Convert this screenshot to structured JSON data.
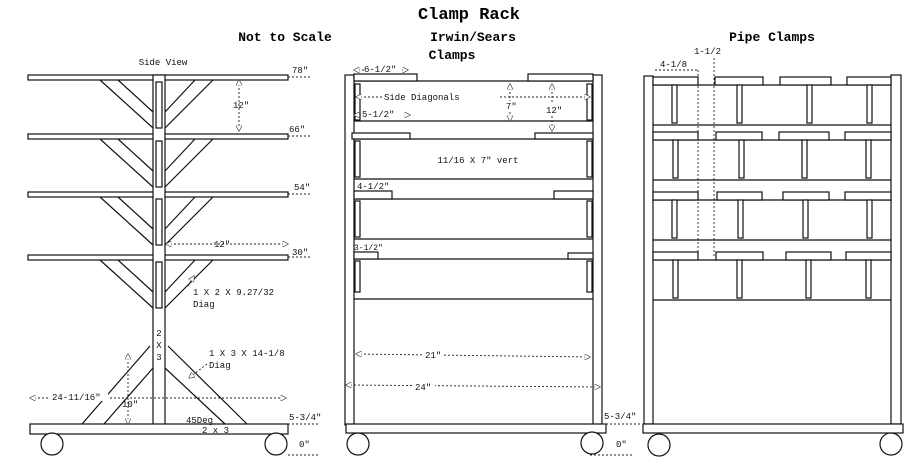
{
  "title": "Clamp Rack",
  "note": "Not to Scale",
  "side_view": {
    "label": "Side View",
    "levels": [
      "78\"",
      "66\"",
      "54\"",
      "30\"",
      "5-3/4\"",
      "0\""
    ],
    "dim_12_top": "12\"",
    "dim_12_arm": "12\"",
    "diag_small_1": "1 X 2 X 9.27/32",
    "diag_small_2": "Diag",
    "upright_1": "2",
    "upright_2": "X",
    "upright_3": "3",
    "diag_large_1": "1 X 3 X 14-1/8",
    "diag_large_2": "Diag",
    "base_width": "24-11/16\"",
    "base_height": "10\"",
    "angle": "45Deg",
    "base_member": "2 x 3"
  },
  "irwin": {
    "title_1": "Irwin/Sears",
    "title_2": "Clamps",
    "dim_top": "6-1/2\"",
    "side_diagonals": "Side Diagonals",
    "dim_7": "7\"",
    "dim_12": "12\"",
    "dim_5_half": "5-1/2\"",
    "vert_note": "11/16 X 7\" vert",
    "dim_4_half": "4-1/2\"",
    "dim_3_half": "3-1/2\"",
    "dim_21": "21\"",
    "dim_24": "24\"",
    "level_low": "5-3/4\"",
    "level_floor": "0\""
  },
  "pipe": {
    "title": "Pipe Clamps",
    "dim_4_eighth": "4-1/8",
    "dim_1_half": "1-1/2"
  }
}
